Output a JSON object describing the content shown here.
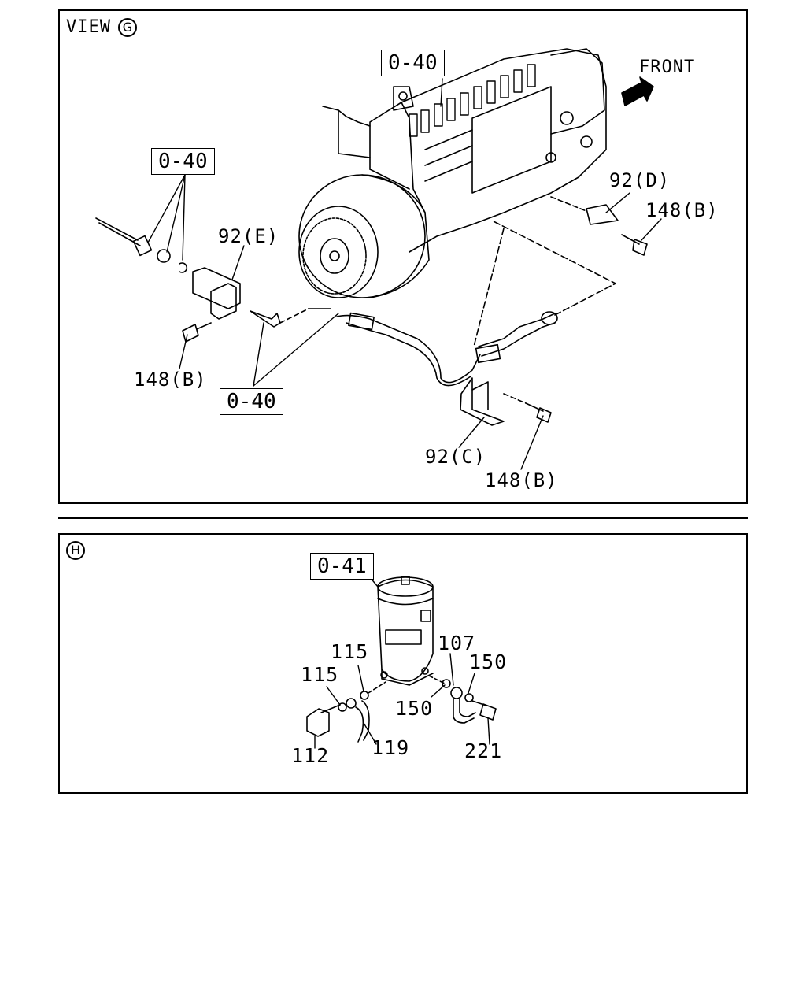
{
  "view_g": {
    "title": "VIEW",
    "title_marker": "G",
    "front_label": "FRONT",
    "refs": {
      "top_box": "0-40",
      "left_box": "0-40",
      "bottom_box": "0-40"
    },
    "callouts": {
      "92d": "92(D)",
      "148b_right": "148(B)",
      "92e": "92(E)",
      "148b_left": "148(B)",
      "92c": "92(C)",
      "148b_bottom": "148(B)"
    }
  },
  "view_h": {
    "title_marker": "H",
    "ref_box": "0-41",
    "callouts": {
      "115_upper": "115",
      "115_lower": "115",
      "107": "107",
      "150_upper": "150",
      "150_lower": "150",
      "112": "112",
      "119": "119",
      "221": "221"
    }
  },
  "icons": {
    "front_arrow": "front-arrow-icon"
  }
}
